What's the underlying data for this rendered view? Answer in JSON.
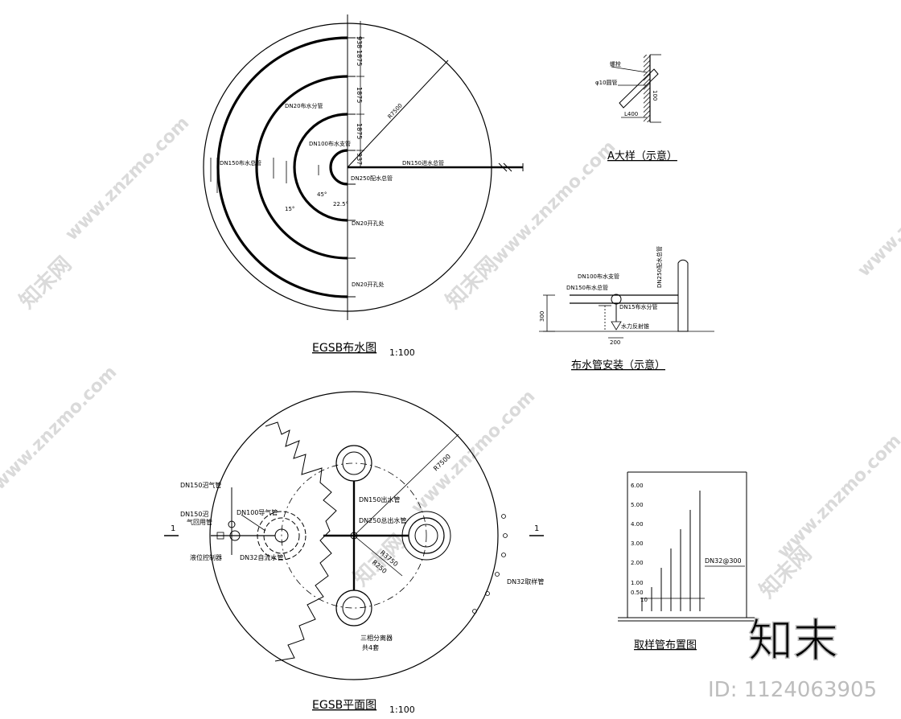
{
  "watermark": {
    "site": "www.znzmo.com",
    "brand": "知末网",
    "logo_text": "知末",
    "id_label": "ID: 1124063905"
  },
  "top_left": {
    "title": "EGSB布水图",
    "scale": "1:100",
    "labels": {
      "r": "R7500",
      "dn150_in": "DN150进水总管",
      "dn250": "DN250配水总管",
      "dn100": "DN100布水支管",
      "dn20_branch": "DN20布水分管",
      "dn150_ring": "DN150布水总管",
      "dn20_hole_1": "DN20开孔处",
      "dn20_hole_2": "DN20开孔处",
      "a45": "45°",
      "a22": "22.5°",
      "a15": "15°"
    },
    "dims": [
      "938",
      "1875",
      "1875",
      "1875",
      "937"
    ]
  },
  "detail_a": {
    "title": "A大样（示意）",
    "labels": {
      "l1": "螺栓",
      "l2": "φ10圆管",
      "l3": "100",
      "l4": "L400"
    }
  },
  "pipe_install": {
    "title": "布水管安装（示意）",
    "labels": {
      "dn250": "DN250配水总管",
      "dn100": "DN100布水支管",
      "dn150": "DN150布水总管",
      "dn15": "DN15布水分管",
      "anti": "水力反射锥",
      "h300": "300",
      "w200": "200"
    }
  },
  "bottom_left": {
    "title": "EGSB平面图",
    "scale": "1:100",
    "labels": {
      "r7500": "R7500",
      "r3750": "R3750",
      "r250": "R250",
      "dn150_gas": "DN150沼气管",
      "dn150_back_1": "DN150沼",
      "dn150_back_2": "气回用管",
      "dn100_guide": "DN100导气管",
      "dn150_out": "DN150出水管",
      "dn250_out": "DN250总出水管",
      "level": "液位控制器",
      "dn32_self": "DN32自流水管",
      "dn32_sample": "DN32取样管",
      "sep1": "三相分离器",
      "sep2": "共4套",
      "sec_left": "1",
      "sec_right": "1"
    }
  },
  "sampling": {
    "title": "取样管布置图",
    "label": "DN32@300",
    "ticks": [
      "6.00",
      "5.00",
      "4.00",
      "3.00",
      "2.00",
      "1.00",
      "0.50"
    ],
    "base": "10"
  }
}
